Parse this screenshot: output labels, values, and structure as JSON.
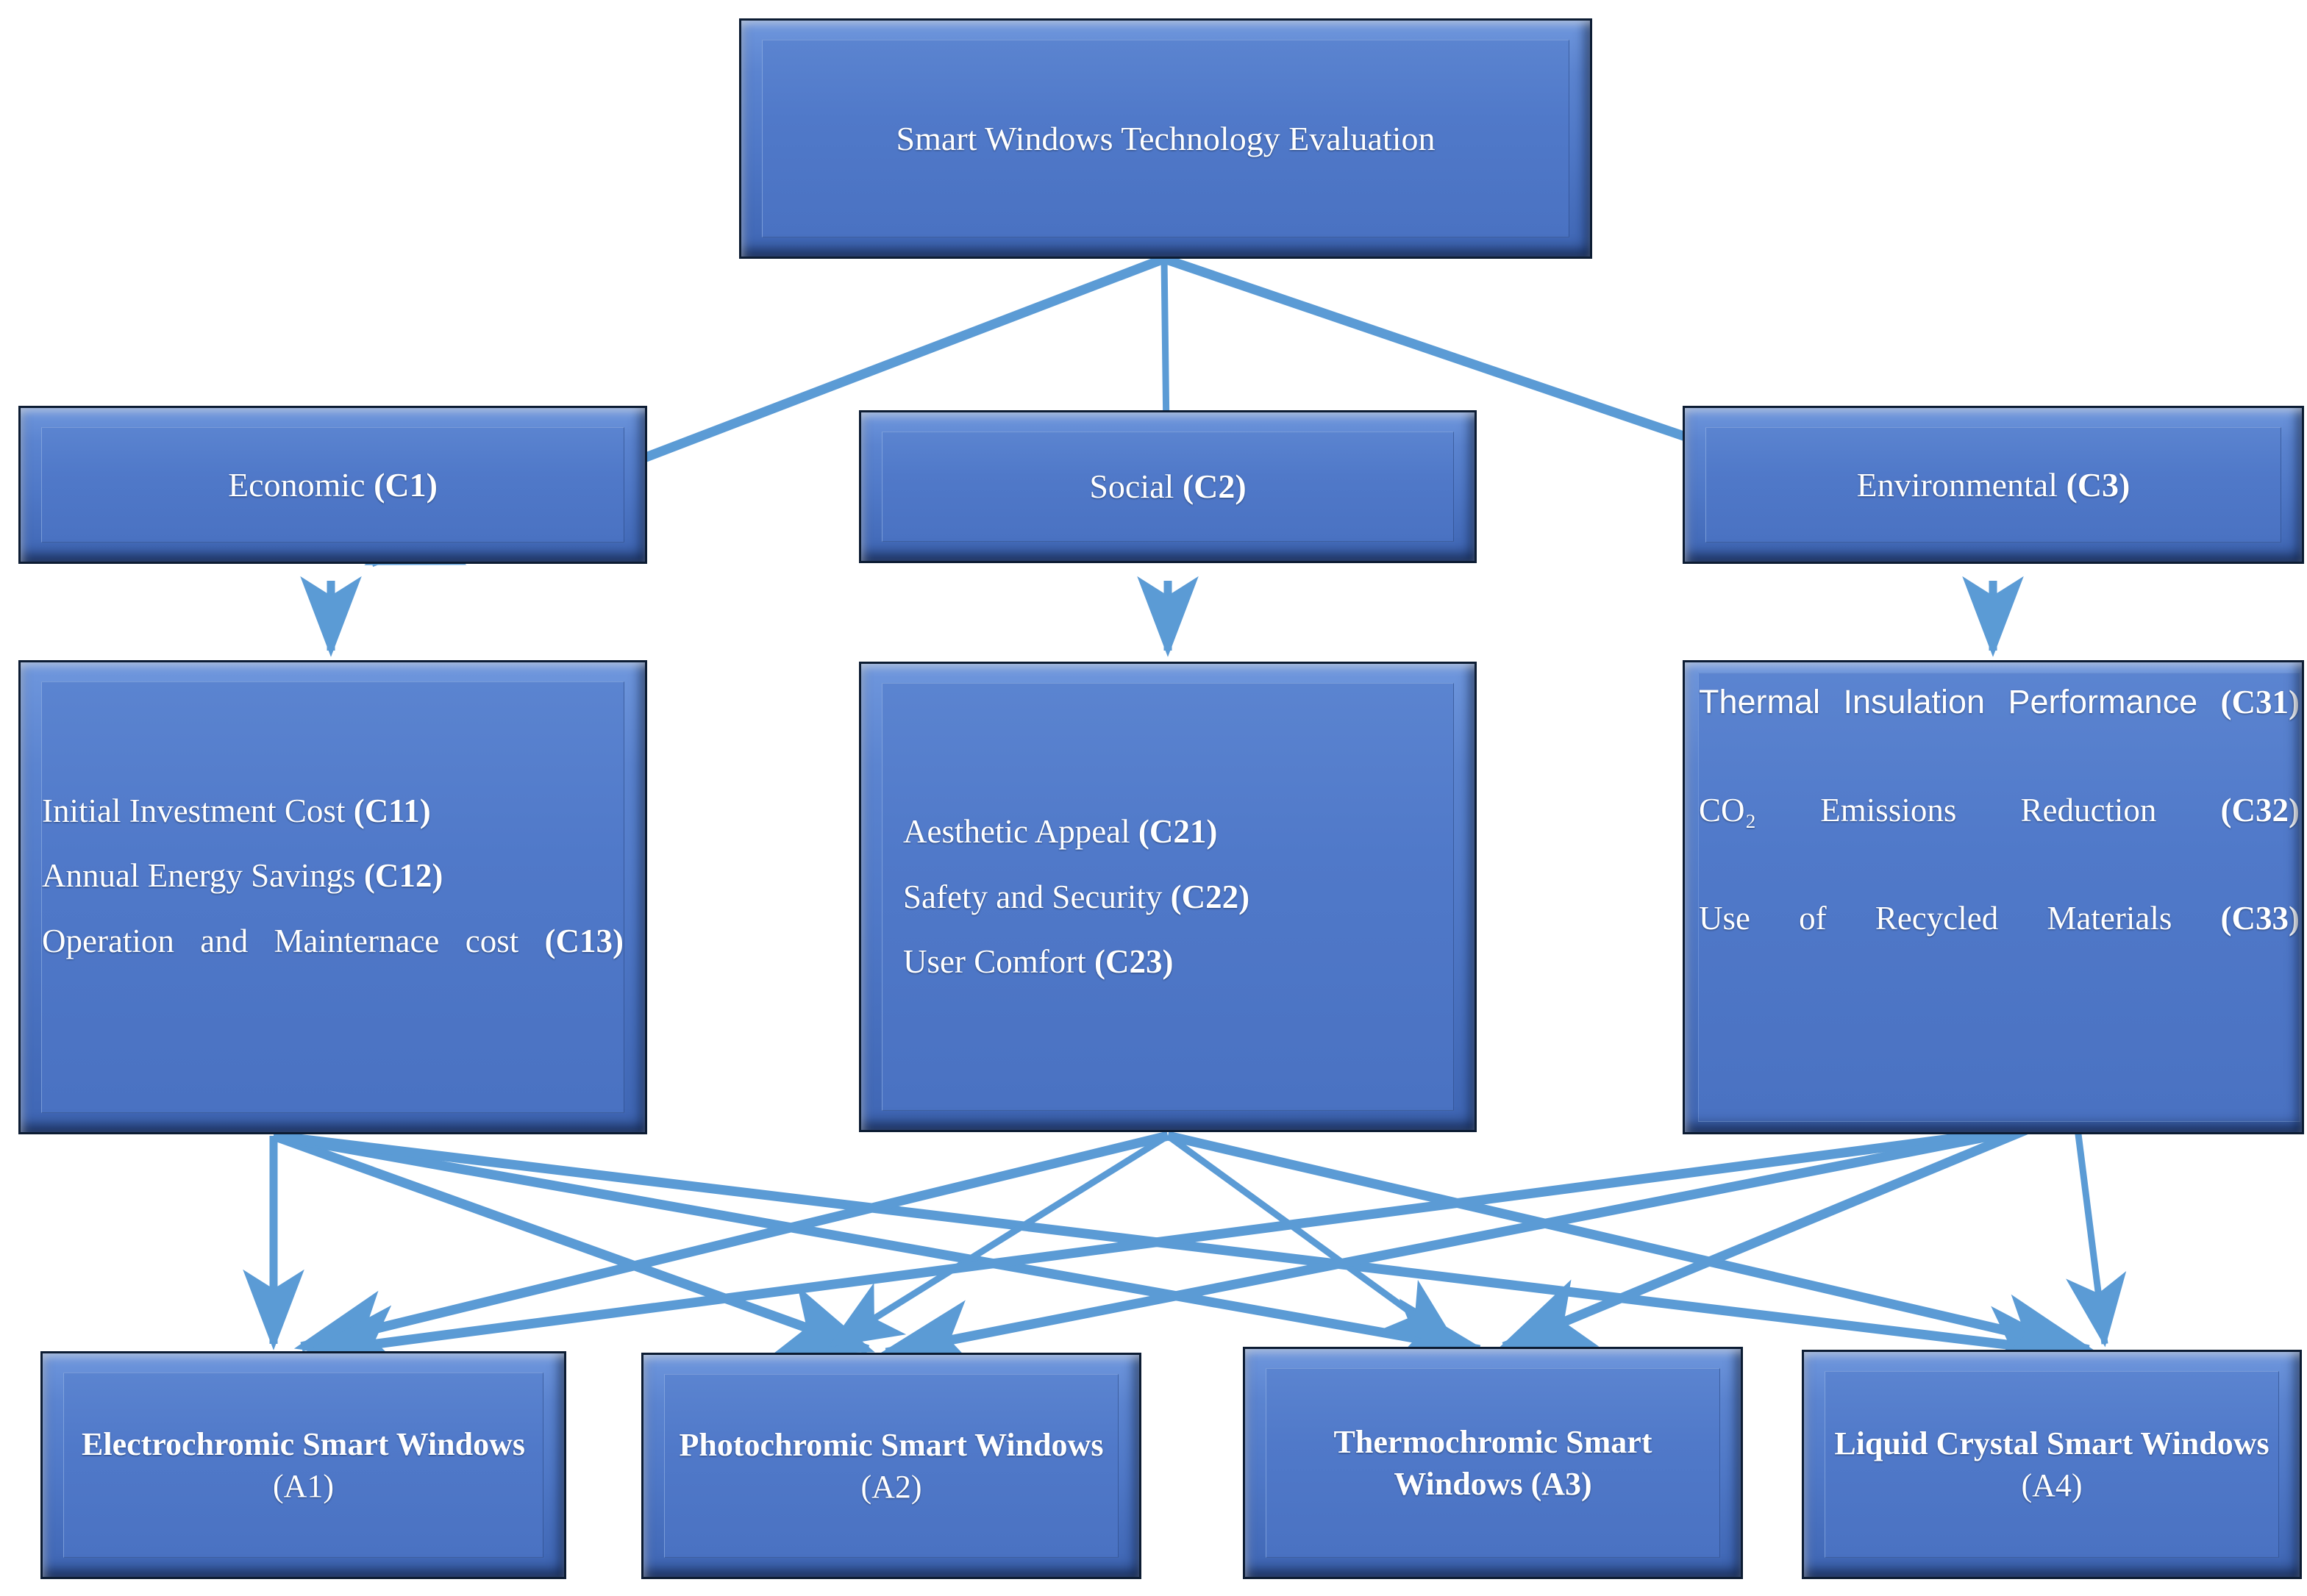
{
  "diagram": {
    "title": "Smart Windows Technology Evaluation Hierarchy",
    "type": "AHP decision hierarchy",
    "colors": {
      "node_fill": "#4f78c7",
      "node_fill_light": "#6f97dd",
      "node_border": "#0c1c33",
      "connector": "#5b9bd5",
      "text": "#ffffff",
      "background": "#ffffff"
    },
    "levels": [
      "goal",
      "criteria",
      "subcriteria",
      "alternatives"
    ]
  },
  "goal": {
    "label": "Smart Windows Technology Evaluation",
    "code": ""
  },
  "criteria": [
    {
      "name": "Economic ",
      "code": "(C1)",
      "id": "C1"
    },
    {
      "name": "Social ",
      "code": "(C2)",
      "id": "C2"
    },
    {
      "name": "Environmental ",
      "code": "(C3)",
      "id": "C3"
    }
  ],
  "subcriteria": [
    {
      "parent": "C1",
      "items": [
        {
          "name": "Initial Investment Cost ",
          "code": "(C11)",
          "id": "C11"
        },
        {
          "name": "Annual Energy Savings ",
          "code": "(C12)",
          "id": "C12"
        },
        {
          "name": "Operation and Mainternace cost ",
          "code": "(C13)",
          "id": "C13"
        }
      ]
    },
    {
      "parent": "C2",
      "items": [
        {
          "name": "Aesthetic Appeal ",
          "code": "(C21)",
          "id": "C21"
        },
        {
          "name": "Safety and Security ",
          "code": "(C22)",
          "id": "C22"
        },
        {
          "name": "User Comfort ",
          "code": "(C23)",
          "id": "C23"
        }
      ]
    },
    {
      "parent": "C3",
      "items": [
        {
          "name": "Thermal Insulation Performance ",
          "code": "(C31)",
          "id": "C31"
        },
        {
          "name": "CO₂ Emissions Reduction ",
          "code": "(C32)",
          "id": "C32"
        },
        {
          "name": "Use of Recycled Materials ",
          "code": "(C33)",
          "id": "C33"
        }
      ]
    }
  ],
  "alternatives": [
    {
      "name": "Electrochromic Smart Windows ",
      "code": "(A1)",
      "id": "A1"
    },
    {
      "name": "Photochromic Smart Windows ",
      "code": "(A2)",
      "id": "A2"
    },
    {
      "name": "Thermochromic Smart Windows ",
      "code": "(A3)",
      "id": "A3"
    },
    {
      "name": "Liquid Crystal Smart Windows ",
      "code": "(A4)",
      "id": "A4"
    }
  ],
  "connections": {
    "goal_to_criteria": [
      "C1",
      "C2",
      "C3"
    ],
    "criteria_to_subcriteria": [
      "C1-C1x",
      "C2-C2x",
      "C3-C3x"
    ],
    "subcriteria_to_alternatives": [
      "C1x-A1",
      "C1x-A2",
      "C1x-A3",
      "C1x-A4",
      "C2x-A1",
      "C2x-A2",
      "C2x-A3",
      "C2x-A4",
      "C3x-A1",
      "C3x-A2",
      "C3x-A3",
      "C3x-A4"
    ]
  }
}
